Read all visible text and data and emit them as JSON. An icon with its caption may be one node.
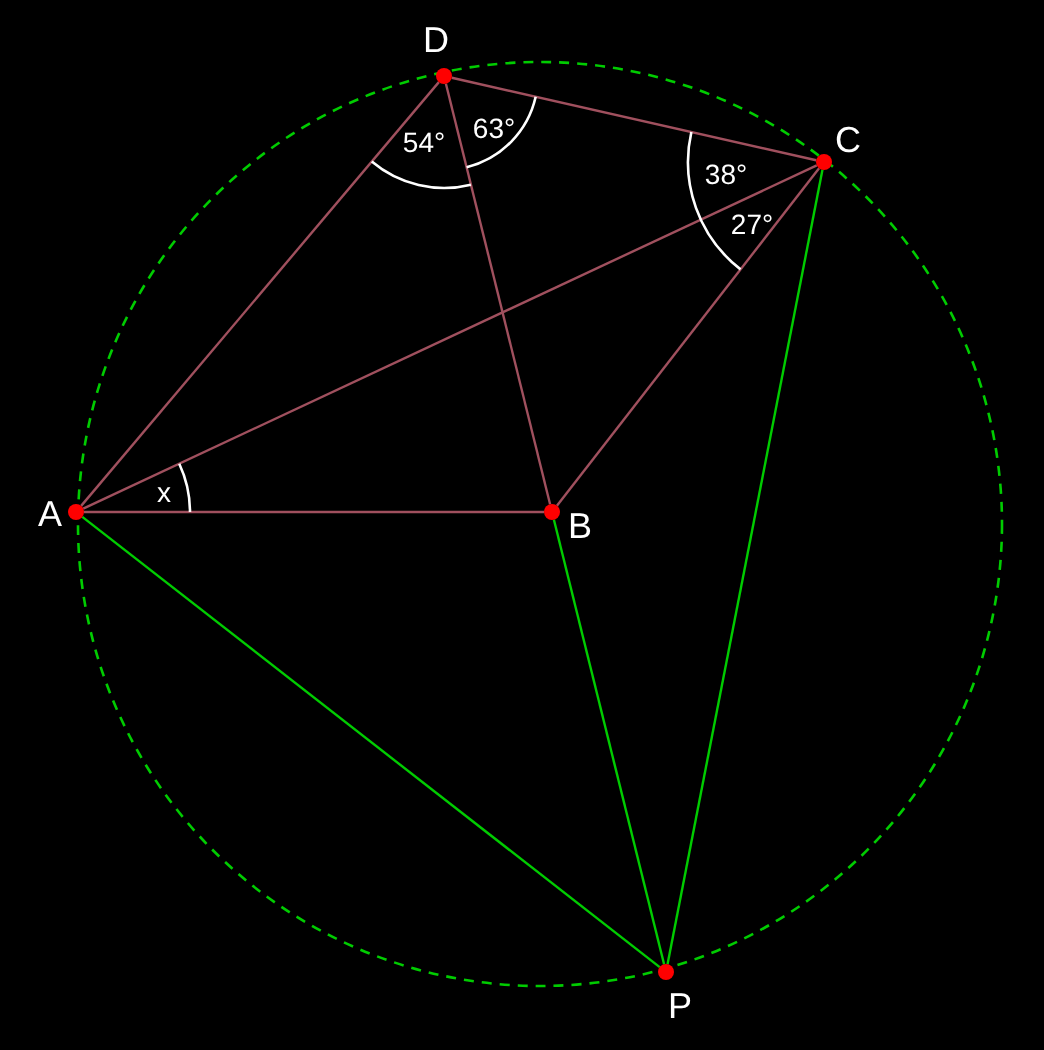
{
  "diagram": {
    "nodes": [
      {
        "text": [
          "D"
        ]
      },
      {
        "text": [
          "C"
        ]
      },
      {
        "text": [
          "A"
        ]
      },
      {
        "text": [
          "B"
        ]
      },
      {
        "text": [
          "P"
        ]
      }
    ],
    "edges": [
      {
        "from": 2,
        "to": 0,
        "arrow": "none"
      },
      {
        "from": 0,
        "to": 3,
        "arrow": "none"
      },
      {
        "from": 0,
        "to": 1,
        "arrow": "none"
      },
      {
        "from": 2,
        "to": 1,
        "arrow": "none"
      },
      {
        "from": 3,
        "to": 1,
        "arrow": "none"
      },
      {
        "from": 2,
        "to": 3,
        "arrow": "none"
      },
      {
        "from": 2,
        "to": 4,
        "arrow": "none",
        "color": "#00cc00"
      },
      {
        "from": 3,
        "to": 4,
        "arrow": "none",
        "color": "#00cc00"
      },
      {
        "from": 1,
        "to": 4,
        "arrow": "none",
        "color": "#00cc00"
      }
    ],
    "labels": [
      "54°",
      "63°",
      "38°",
      "27°",
      "x"
    ]
  }
}
